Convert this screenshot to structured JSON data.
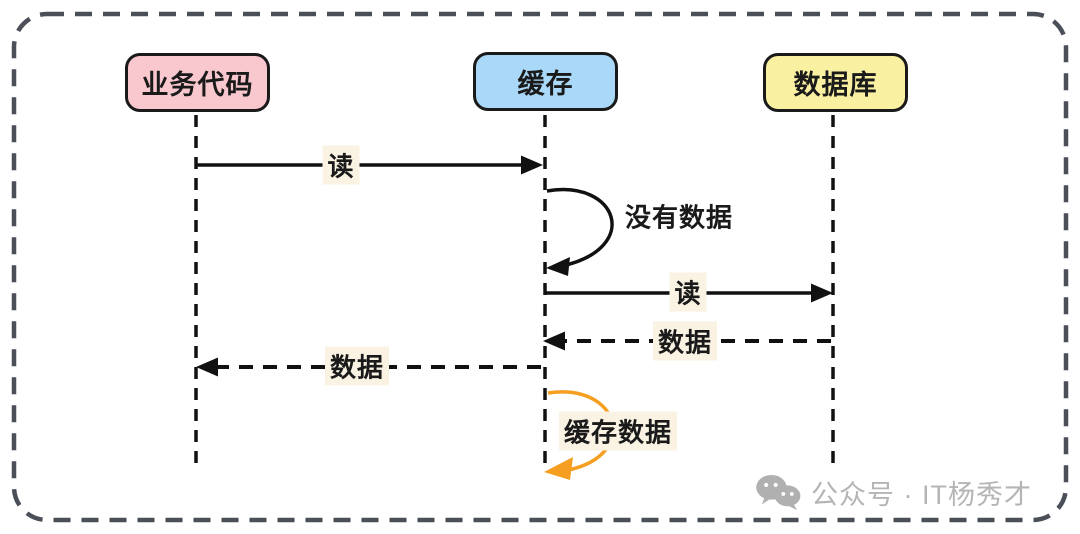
{
  "actors": [
    {
      "id": "business-code",
      "label": "业务代码",
      "fill": "#f9c8ce"
    },
    {
      "id": "cache",
      "label": "缓存",
      "fill": "#a9d8f8"
    },
    {
      "id": "database",
      "label": "数据库",
      "fill": "#f9f0a2"
    }
  ],
  "messages": [
    {
      "label": "读",
      "from": "业务代码",
      "to": "缓存",
      "style": "solid-arrow",
      "color": "#1a1a1a"
    },
    {
      "label": "没有数据",
      "from": "缓存",
      "to": "缓存",
      "style": "self-loop",
      "color": "#1a1a1a"
    },
    {
      "label": "读",
      "from": "缓存",
      "to": "数据库",
      "style": "solid-arrow",
      "color": "#1a1a1a"
    },
    {
      "label": "数据",
      "from": "数据库",
      "to": "缓存",
      "style": "dashed-arrow",
      "color": "#1a1a1a"
    },
    {
      "label": "数据",
      "from": "缓存",
      "to": "业务代码",
      "style": "dashed-arrow",
      "color": "#1a1a1a"
    },
    {
      "label": "缓存数据",
      "from": "缓存",
      "to": "缓存",
      "style": "self-loop",
      "color": "#f59e1f"
    }
  ],
  "watermark": {
    "text": "公众号 · IT杨秀才",
    "icon": "wechat-icon",
    "color": "#b5b5b5"
  },
  "colors": {
    "frame_border": "#4a4f58",
    "line": "#1a1a1a",
    "accent_orange": "#f59e1f",
    "label_background": "#faf3e3"
  }
}
